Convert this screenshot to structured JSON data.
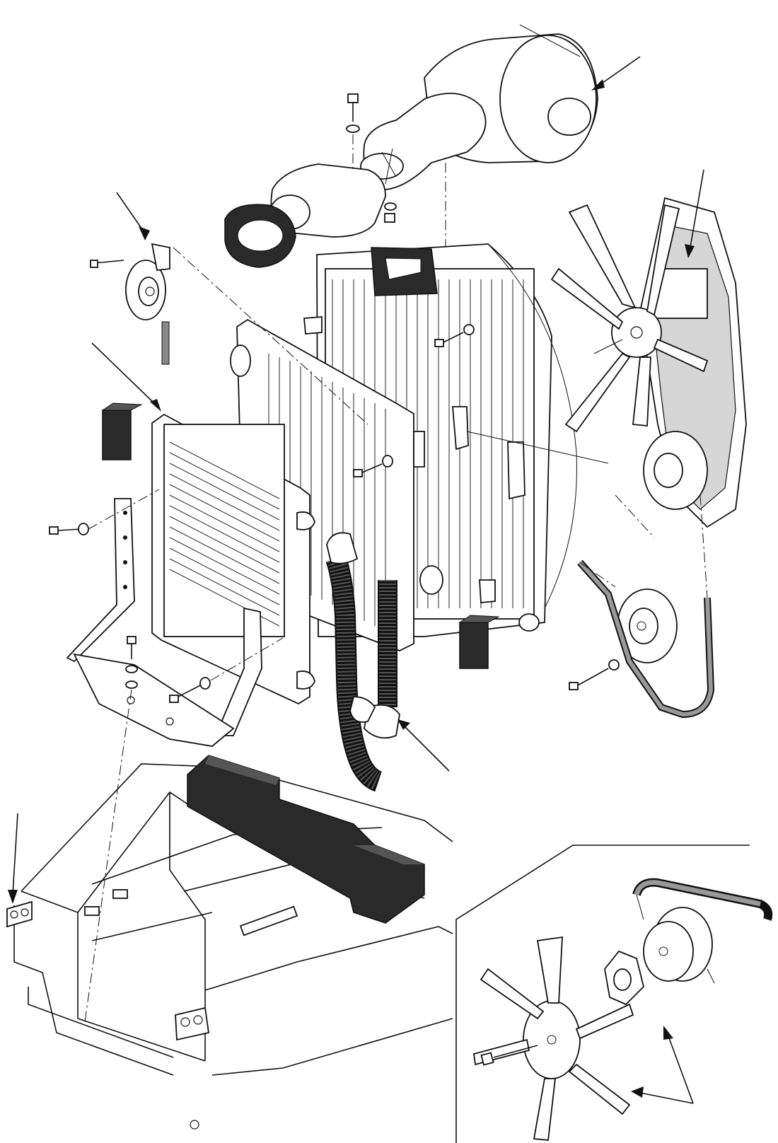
{
  "drawing": {
    "type": "exploded-parts-view",
    "labels_printed": false
  },
  "colors": {
    "line": "#111111",
    "paper": "#ffffff",
    "foam": "#2a2a2a",
    "hose": "#3a3a3a"
  },
  "parts": [
    "air-cleaner",
    "air-intake-elbow",
    "intake-hose",
    "foam-seal-ring",
    "horn",
    "oil-cooler",
    "radiator",
    "condenser",
    "bracket-left",
    "bracket-right",
    "support-frame",
    "oil-hose-left",
    "oil-hose-right",
    "foam-block-left",
    "foam-block-right",
    "foam-block-bottom",
    "fan-blade",
    "engine-block",
    "water-pump-pulley",
    "fan-belt",
    "spacer-hub",
    "chassis-frame",
    "detail-inset"
  ]
}
